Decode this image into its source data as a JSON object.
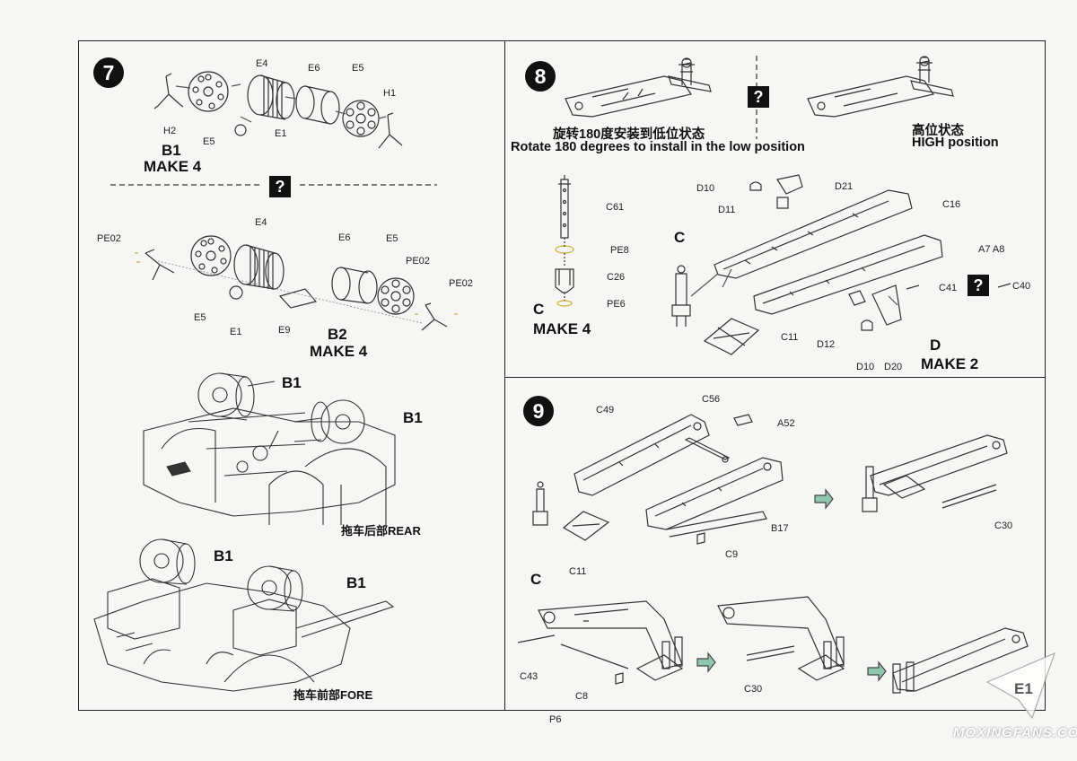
{
  "page_number": "P6",
  "watermark": "MOXINGFANS.COM",
  "step7": {
    "number": "7",
    "top": {
      "labels": {
        "e4": "E4",
        "e6": "E6",
        "e5a": "E5",
        "h1": "H1",
        "h2": "H2",
        "e5b": "E5",
        "e1": "E1"
      },
      "assembly": "B1",
      "make": "MAKE 4"
    },
    "divider_icon": "?",
    "bottom": {
      "labels": {
        "pe02a": "PE02",
        "e4": "E4",
        "e6": "E6",
        "e5a": "E5",
        "pe02b": "PE02",
        "pe02c": "PE02",
        "e5b": "E5",
        "e1": "E1",
        "e9": "E9"
      },
      "assembly": "B2",
      "make": "MAKE 4"
    },
    "rear": {
      "b1a": "B1",
      "b1b": "B1",
      "caption": "拖车后部REAR"
    },
    "fore": {
      "b1a": "B1",
      "b1b": "B1",
      "caption": "拖车前部FORE"
    }
  },
  "step8": {
    "number": "8",
    "low_cn": "旋转180度安装到低位状态",
    "low_en": "Rotate 180 degrees to install in the low position",
    "high_cn": "高位状态",
    "high_en": "HIGH position",
    "divider_icon": "?",
    "subC": {
      "c61": "C61",
      "pe8": "PE8",
      "c26": "C26",
      "pe6": "PE6",
      "assembly": "C",
      "make": "MAKE 4"
    },
    "subD": {
      "d10a": "D10",
      "d21": "D21",
      "d11": "D11",
      "c16": "C16",
      "a7a8": "A7  A8",
      "c41": "C41",
      "c40": "C40",
      "c": "C",
      "c11": "C11",
      "d12": "D12",
      "d10b": "D10",
      "d20": "D20",
      "assembly": "D",
      "make": "MAKE 2",
      "icon": "?"
    }
  },
  "step9": {
    "number": "9",
    "labels": {
      "c49": "C49",
      "c56": "C56",
      "a52": "A52",
      "b17": "B17",
      "c9": "C9",
      "c11": "C11",
      "c": "C",
      "c30a": "C30",
      "c43": "C43",
      "c8": "C8",
      "c30b": "C30",
      "e1": "E1"
    }
  }
}
